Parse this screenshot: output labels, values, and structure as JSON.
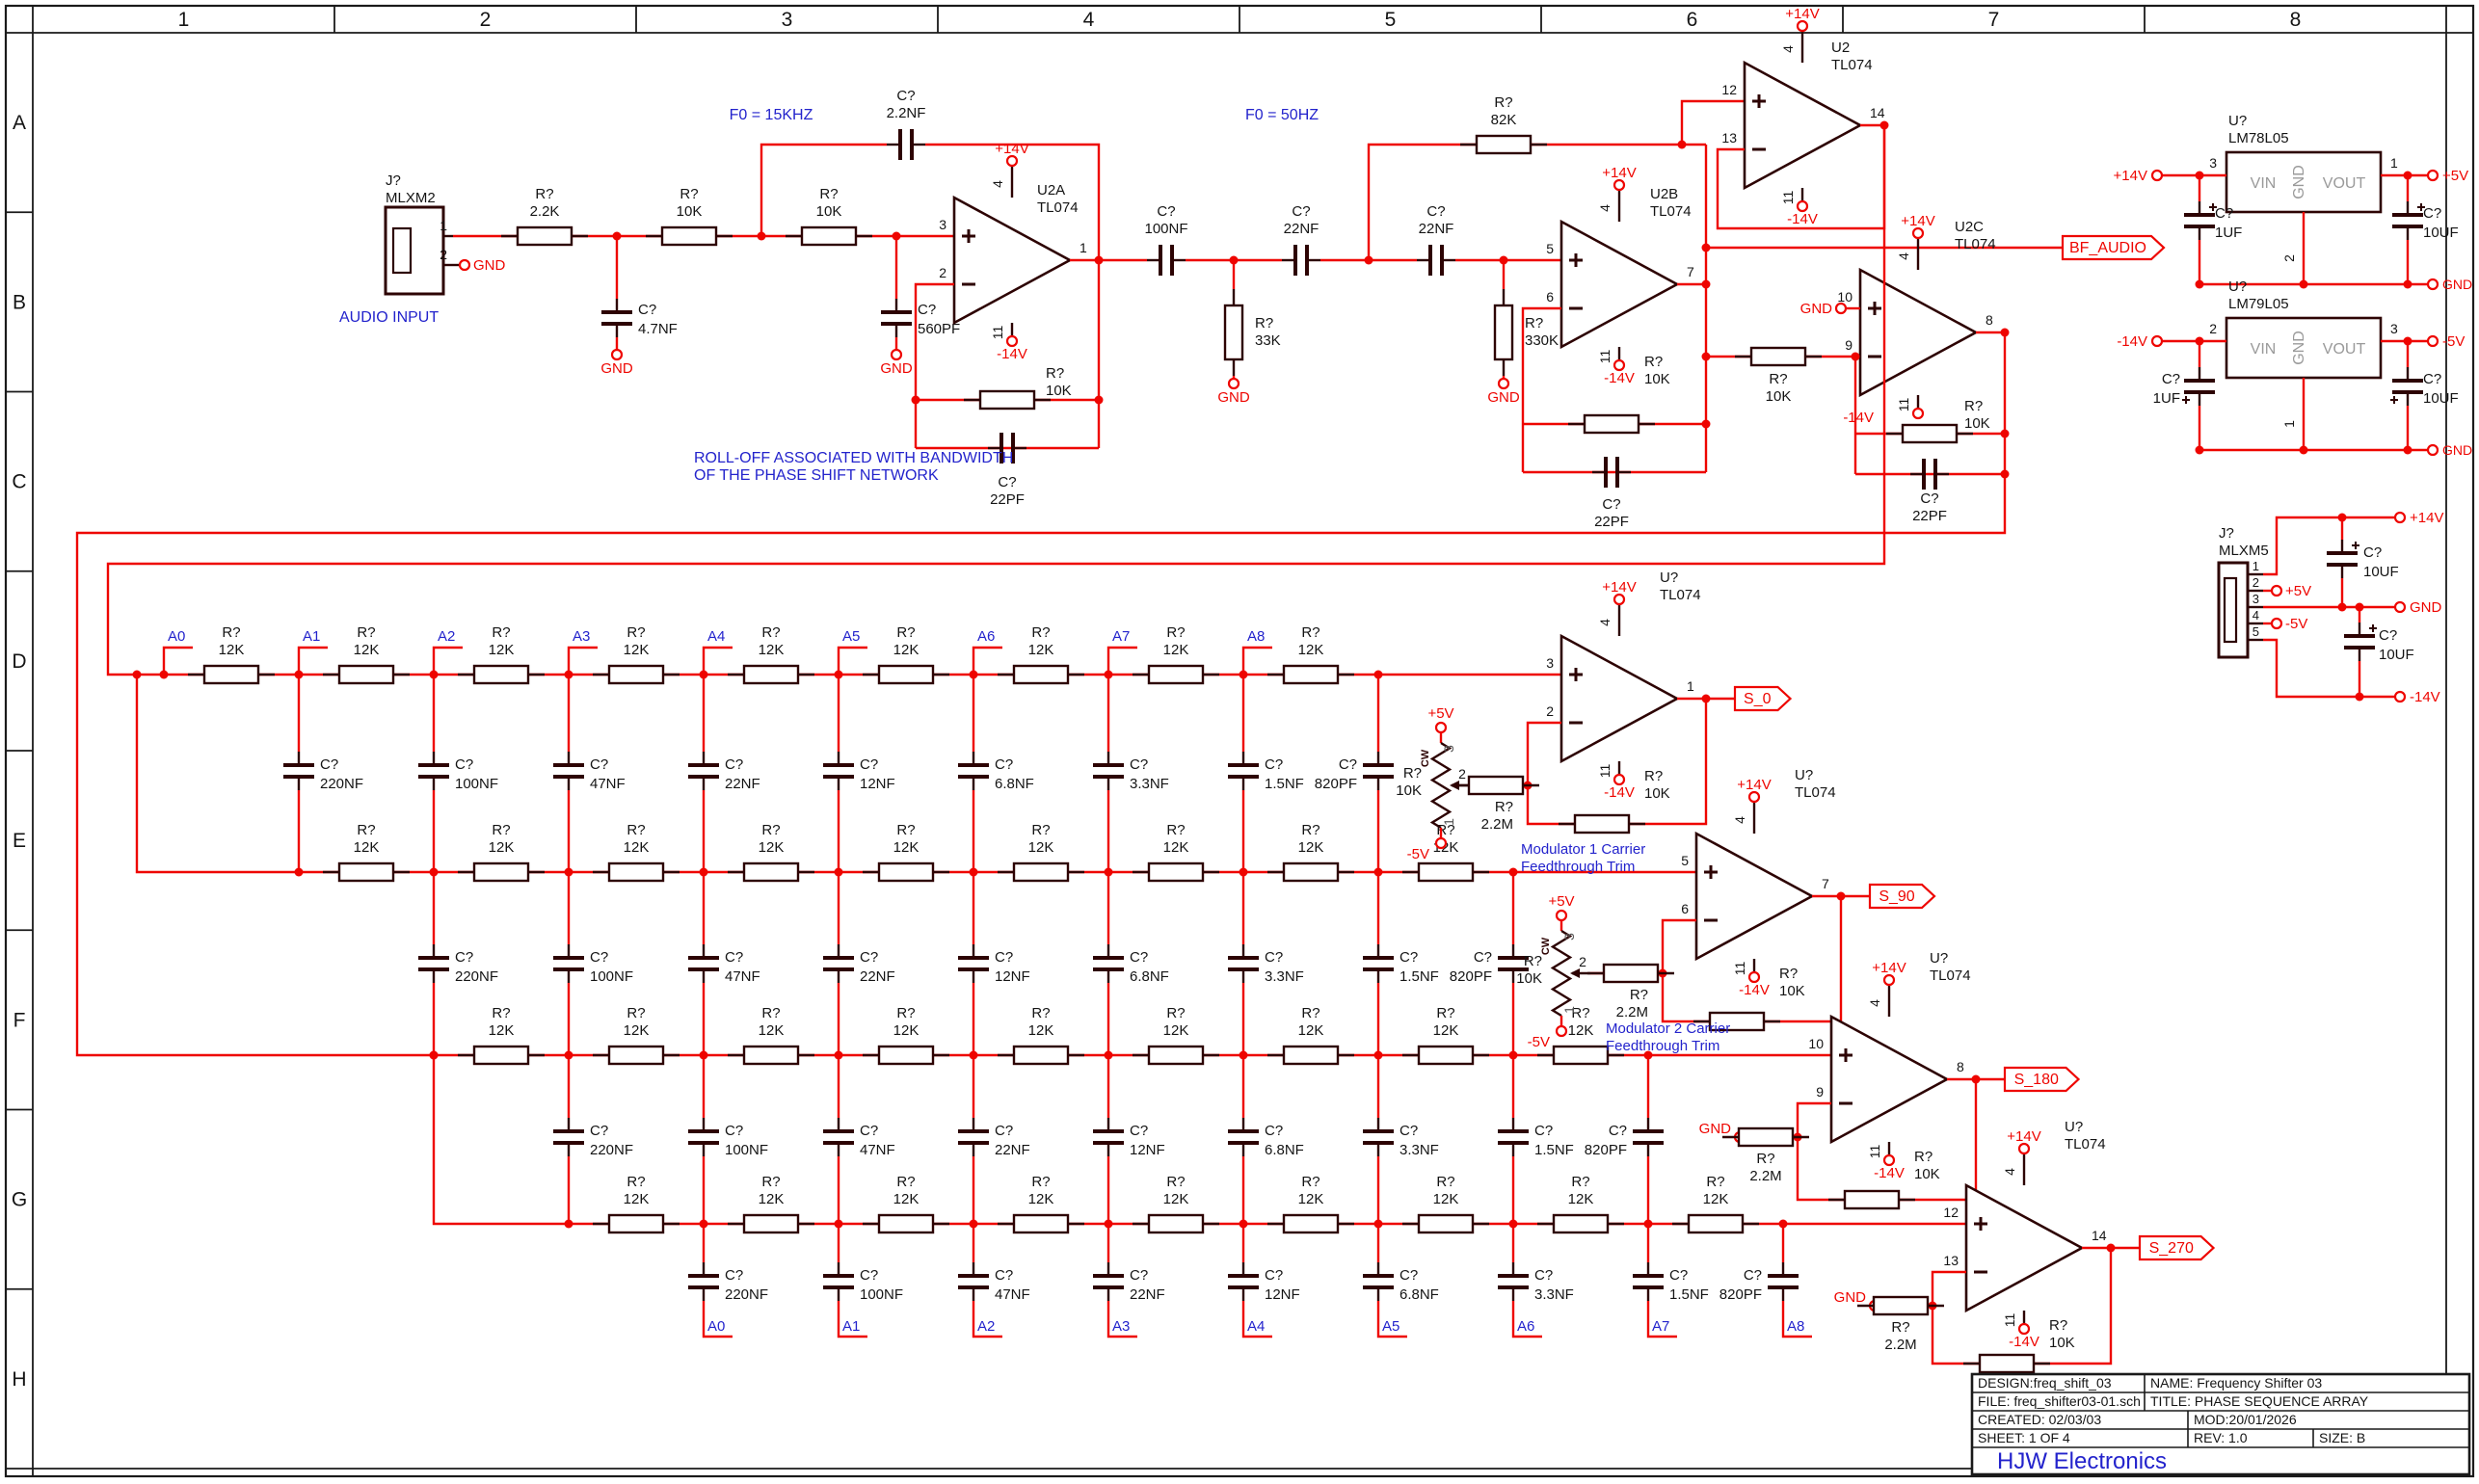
{
  "sheet": {
    "columns": [
      "1",
      "2",
      "3",
      "4",
      "5",
      "6",
      "7",
      "8"
    ],
    "rows": [
      "A",
      "B",
      "C",
      "D",
      "E",
      "F",
      "G",
      "H"
    ]
  },
  "title_block": {
    "design_label": "DESIGN:",
    "design": "freq_shift_03",
    "name_label": "NAME:",
    "name": "Frequency Shifter 03",
    "file_label": "FILE:",
    "file": "freq_shifter03-01.sch",
    "title_label": "TITLE:",
    "title": "PHASE SEQUENCE ARRAY",
    "created_label": "CREATED:",
    "created": "02/03/03",
    "mod_label": "MOD:",
    "mod": "20/01/2026",
    "sheet_info": "SHEET: 1",
    "sheet_of": "OF 4",
    "rev": "REV: 1.0",
    "size": "SIZE: B",
    "company": "HJW Electronics"
  },
  "annotations": {
    "audio_input": "AUDIO INPUT",
    "f0_15k": "F0 = 15KHZ",
    "f0_50": "F0 = 50HZ",
    "rolloff_1": "ROLL-OFF ASSOCIATED WITH BANDWIDTH",
    "rolloff_2": "OF THE PHASE SHIFT NETWORK",
    "mod1_1": "Modulator 1 Carrier",
    "mod1_2": "Feedthrough Trim",
    "mod2_1": "Modulator 2 Carrier",
    "mod2_2": "Feedthrough Trim",
    "cw": "CW"
  },
  "nets": {
    "vp14": "+14V",
    "vn14": "-14V",
    "vp5": "+5V",
    "vn5": "-5V",
    "gnd": "GND"
  },
  "tags": {
    "bf_audio": "BF_AUDIO",
    "outputs": [
      "S_0",
      "S_90",
      "S_180",
      "S_270"
    ]
  },
  "input_stage": {
    "connector": {
      "ref": "J?",
      "part": "MLXM2",
      "pin1": "1",
      "pin2": "2"
    },
    "r_in": {
      "ref": "R?",
      "value": "2.2K"
    },
    "c_in": {
      "ref": "C?",
      "value": "4.7NF"
    },
    "r_a": {
      "ref": "R?",
      "value": "10K"
    },
    "r_b": {
      "ref": "R?",
      "value": "10K"
    },
    "c_560": {
      "ref": "C?",
      "value": "560PF"
    },
    "c_fb15k": {
      "ref": "C?",
      "value": "2.2NF"
    },
    "u2a": {
      "ref": "U2A",
      "part": "TL074",
      "pin_plus": "3",
      "pin_minus": "2",
      "pin_out": "1",
      "pin_vp": "4",
      "pin_vn": "11"
    },
    "r_fb_a": {
      "ref": "R?",
      "value": "10K"
    },
    "c_fb_a": {
      "ref": "C?",
      "value": "22PF"
    },
    "c_100n": {
      "ref": "C?",
      "value": "100NF"
    },
    "r_33k": {
      "ref": "R?",
      "value": "33K"
    },
    "c_22n_1": {
      "ref": "C?",
      "value": "22NF"
    },
    "c_22n_2": {
      "ref": "C?",
      "value": "22NF"
    },
    "r_330k": {
      "ref": "R?",
      "value": "330K"
    },
    "r_82k": {
      "ref": "R?",
      "value": "82K"
    },
    "u2b": {
      "ref": "U2B",
      "part": "TL074",
      "pin_plus": "5",
      "pin_minus": "6",
      "pin_out": "7",
      "pin_vp": "4",
      "pin_vn": "11"
    },
    "r_fb_b": {
      "ref": "R?",
      "value": "10K"
    },
    "c_fb_b": {
      "ref": "C?",
      "value": "22PF"
    },
    "u2d": {
      "ref": "U2",
      "part": "TL074",
      "pin_plus": "12",
      "pin_minus": "13",
      "pin_out": "14",
      "pin_vp": "4",
      "pin_vn": "11"
    },
    "r_mid": {
      "ref": "R?",
      "value": "10K"
    },
    "u2c": {
      "ref": "U2C",
      "part": "TL074",
      "pin_plus": "10",
      "pin_minus": "9",
      "pin_out": "8",
      "pin_vp": "4",
      "pin_vn": "11"
    },
    "r_fb_c": {
      "ref": "R?",
      "value": "10K"
    },
    "c_fb_c": {
      "ref": "C?",
      "value": "22PF"
    }
  },
  "psu": {
    "reg_pos": {
      "ref": "U?",
      "part": "LM78L05",
      "pin_in": "3",
      "pin_gnd": "2",
      "pin_out": "1",
      "lbl_vin": "VIN",
      "lbl_gnd": "GND",
      "lbl_vout": "VOUT"
    },
    "c_pos_in": {
      "ref": "C?",
      "value": "1UF"
    },
    "c_pos_out": {
      "ref": "C?",
      "value": "10UF"
    },
    "reg_neg": {
      "ref": "U?",
      "part": "LM79L05",
      "pin_in": "2",
      "pin_gnd": "1",
      "pin_out": "3",
      "lbl_vin": "VIN",
      "lbl_gnd": "GND",
      "lbl_vout": "VOUT"
    },
    "c_neg_in": {
      "ref": "C?",
      "value": "1UF"
    },
    "c_neg_out": {
      "ref": "C?",
      "value": "10UF"
    },
    "connector": {
      "ref": "J?",
      "part": "MLXM5",
      "pins": [
        "1",
        "2",
        "3",
        "4",
        "5"
      ]
    },
    "c_rail_top": {
      "ref": "C?",
      "value": "10UF"
    },
    "c_rail_bot": {
      "ref": "C?",
      "value": "10UF"
    }
  },
  "array": {
    "r_ref": "R?",
    "r_value": "12K",
    "c_ref": "C?",
    "cap_values": [
      "220NF",
      "100NF",
      "47NF",
      "22NF",
      "12NF",
      "6.8NF",
      "3.3NF",
      "1.5NF",
      "820PF"
    ],
    "top_labels": [
      "A0",
      "A1",
      "A2",
      "A3",
      "A4",
      "A5",
      "A6",
      "A7",
      "A8"
    ],
    "bottom_labels": [
      "A0",
      "A1",
      "A2",
      "A3",
      "A4",
      "A5",
      "A6",
      "A7",
      "A8"
    ]
  },
  "out_amps": [
    {
      "ref": "U?",
      "part": "TL074",
      "pin_plus": "3",
      "pin_minus": "2",
      "pin_out": "1",
      "pin_vp": "4",
      "pin_vn": "11",
      "tag": "S_0",
      "trim": "pot"
    },
    {
      "ref": "U?",
      "part": "TL074",
      "pin_plus": "5",
      "pin_minus": "6",
      "pin_out": "7",
      "pin_vp": "4",
      "pin_vn": "11",
      "tag": "S_90",
      "trim": "pot"
    },
    {
      "ref": "U?",
      "part": "TL074",
      "pin_plus": "10",
      "pin_minus": "9",
      "pin_out": "8",
      "pin_vp": "4",
      "pin_vn": "11",
      "tag": "S_180",
      "trim": "gnd"
    },
    {
      "ref": "U?",
      "part": "TL074",
      "pin_plus": "12",
      "pin_minus": "13",
      "pin_out": "14",
      "pin_vp": "4",
      "pin_vn": "11",
      "tag": "S_270",
      "trim": "gnd"
    }
  ],
  "trim": {
    "pot_ref": "R?",
    "pot_value": "10K",
    "pin_top": "3",
    "pin_wiper": "2",
    "pin_bot": "1",
    "r_ref": "R?",
    "r_value": "2.2M"
  }
}
